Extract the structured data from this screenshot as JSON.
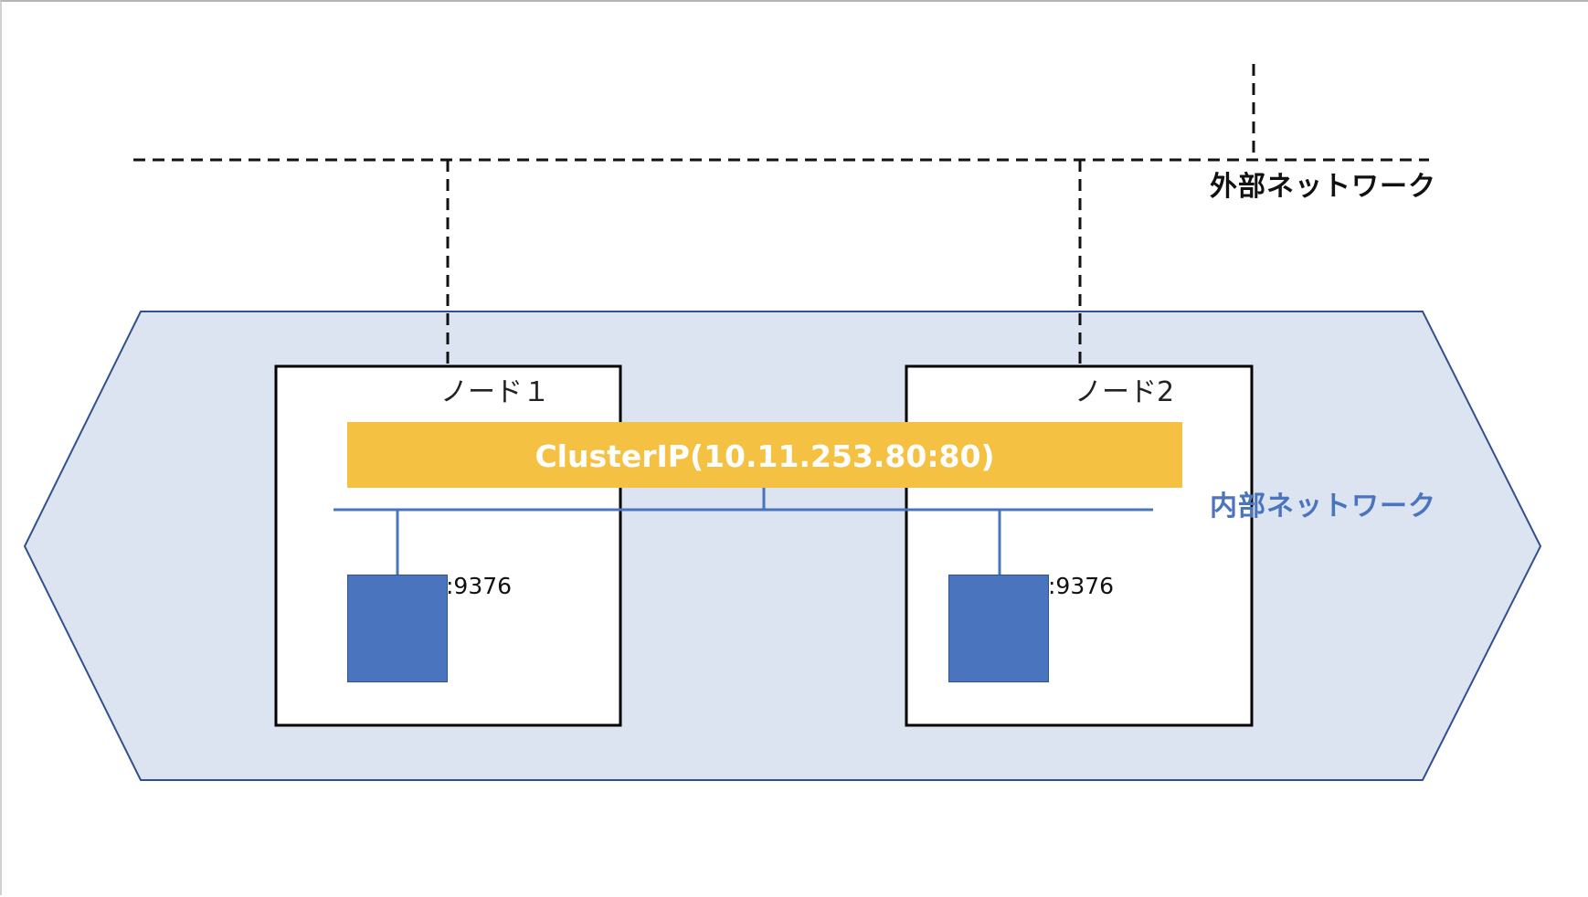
{
  "external_network": {
    "label": "外部ネットワーク"
  },
  "internal_network": {
    "label": "内部ネットワーク"
  },
  "cluster_ip": {
    "label": "ClusterIP(10.11.253.80:80)"
  },
  "nodes": [
    {
      "title": "ノード１",
      "pod_port": ":9376"
    },
    {
      "title": "ノード2",
      "pod_port": ":9376"
    }
  ],
  "colors": {
    "internal_area": "#dce3f1",
    "internal_line": "#4a74bd",
    "cluster_bar": "#f4c142",
    "pod": "#4a74bd"
  }
}
